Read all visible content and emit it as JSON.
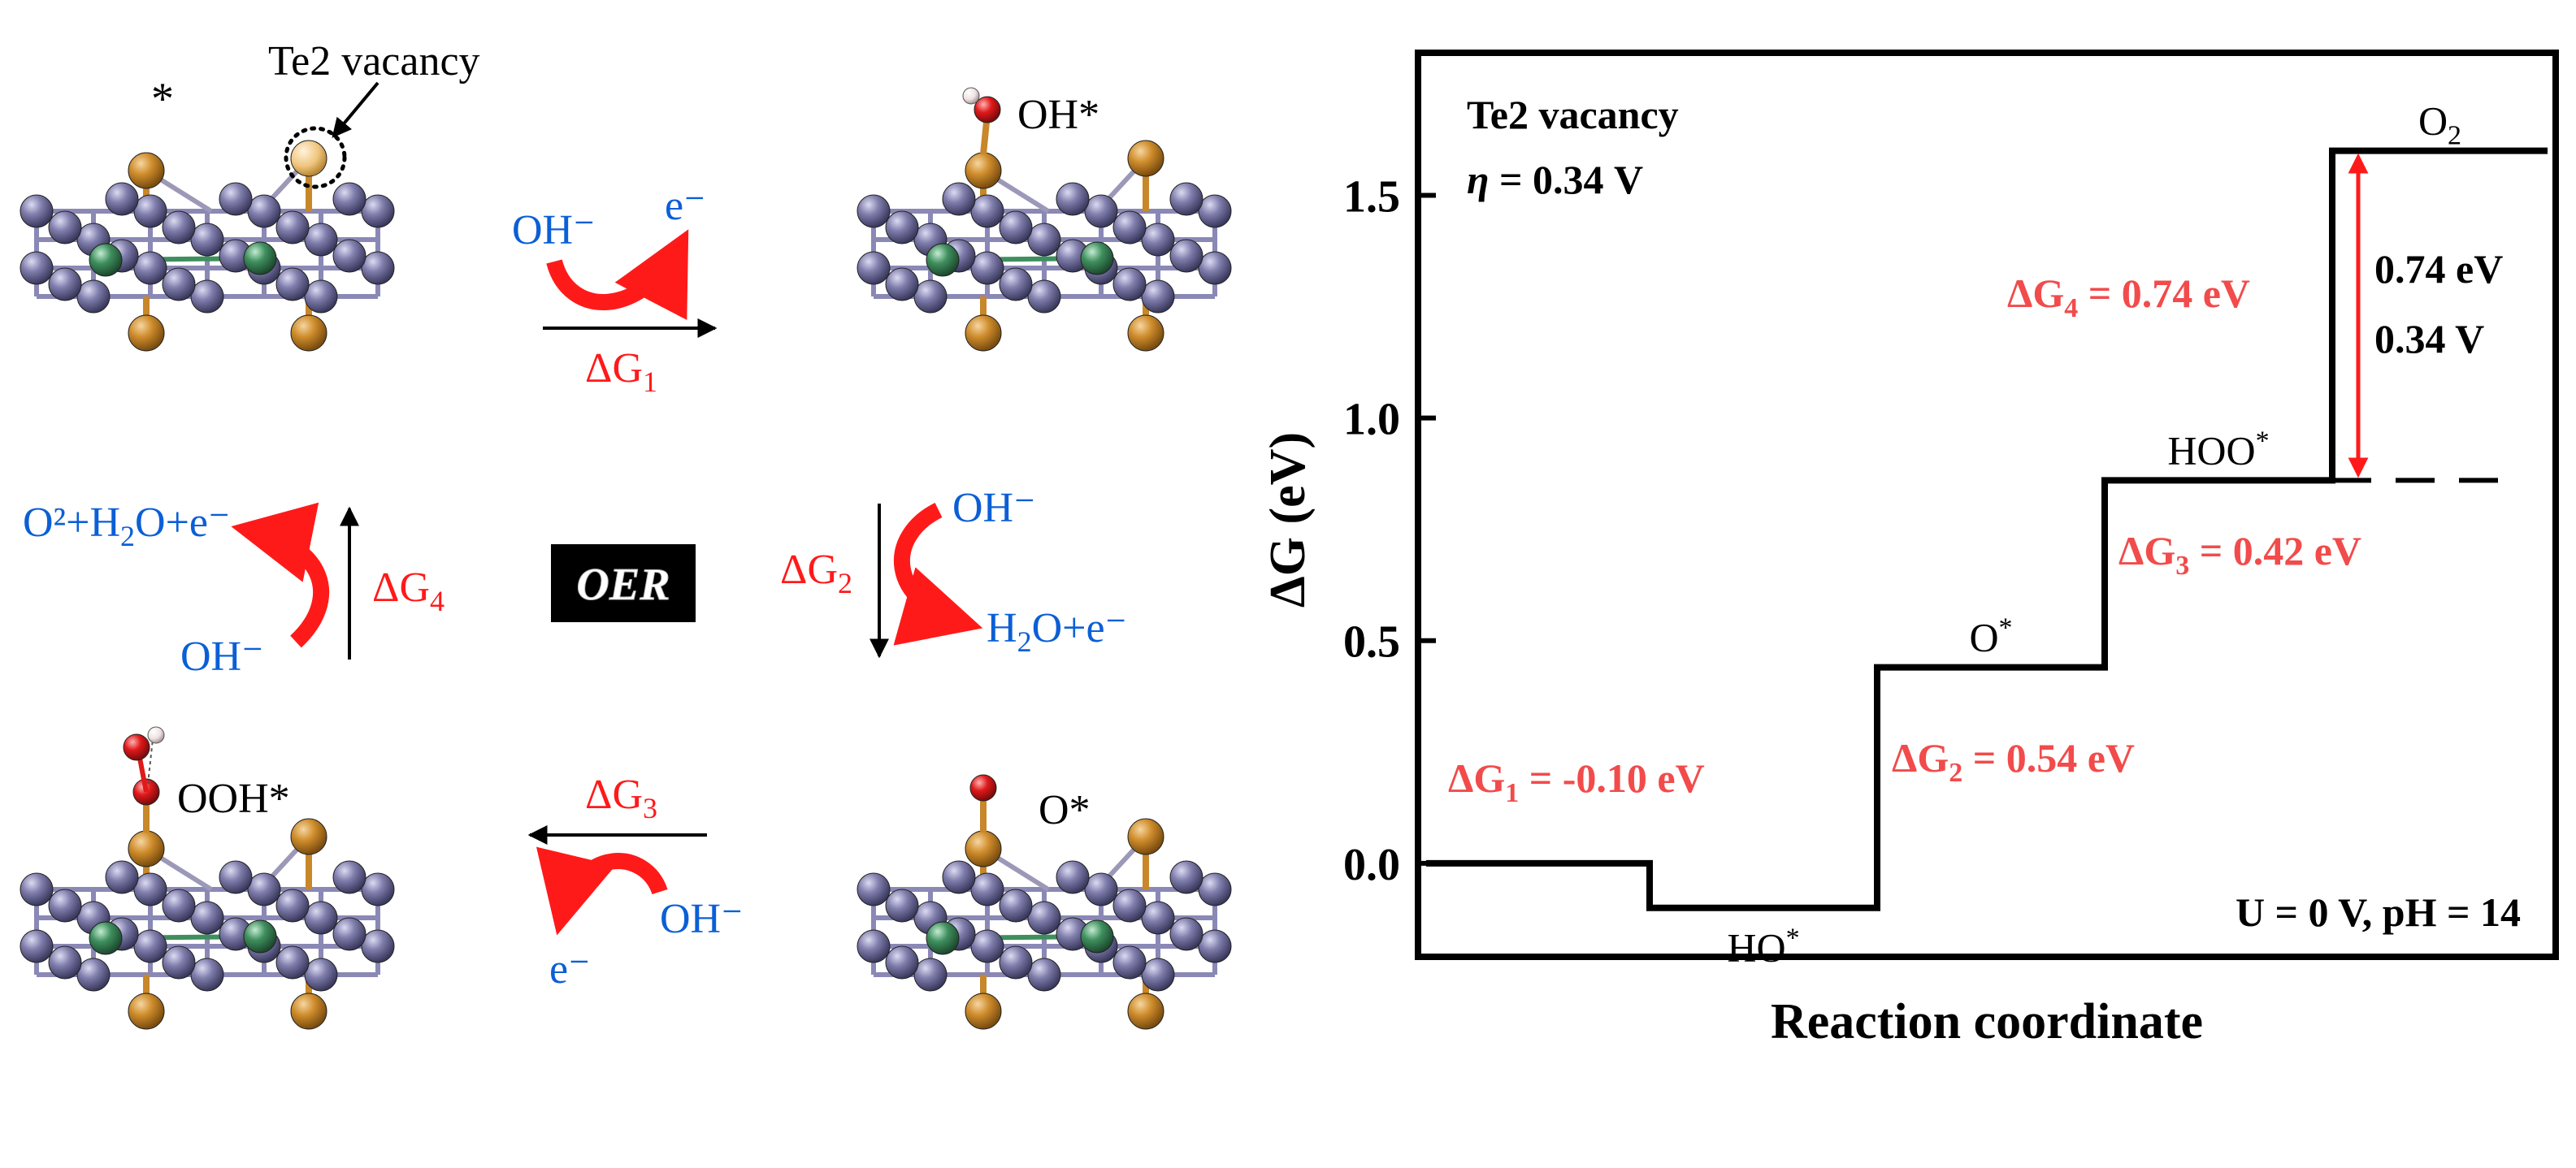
{
  "scheme": {
    "site_star": "*",
    "vacancy_label": "Te2 vacancy",
    "ohstar_label": "OH*",
    "oohstar_label": "OOH*",
    "ostar_label": "O*",
    "oer_label": "OER",
    "step1": {
      "reactant": "OH⁻",
      "product": "e⁻",
      "dg_main": "ΔG",
      "dg_sub": "1"
    },
    "step2": {
      "reactant": "OH⁻",
      "product_pre": "H",
      "product_sub": "2",
      "product_post": "O+e⁻",
      "dg_main": "ΔG",
      "dg_sub": "2"
    },
    "step3": {
      "reactant": "OH⁻",
      "product": "e⁻",
      "dg_main": "ΔG",
      "dg_sub": "3"
    },
    "step4": {
      "reactant": "OH⁻",
      "product_pre": "O²+H",
      "product_sub": "2",
      "product_post": "O+e⁻",
      "dg_main": "ΔG",
      "dg_sub": "4"
    },
    "colors": {
      "te": "#c8872a",
      "metal": "#7c7aa3",
      "green": "#3f8f5e",
      "oxygen": "#e0191b",
      "hydrogen": "#f0e6e6",
      "arrow_red": "#ff1a1a",
      "text_blue": "#0b5fd6"
    }
  },
  "chart_data": {
    "type": "line",
    "title": "",
    "xlabel": "Reaction coordinate",
    "ylabel": "ΔG (eV)",
    "ylim": [
      -0.21,
      1.82
    ],
    "yticks": [
      0.0,
      0.5,
      1.0,
      1.5
    ],
    "ytick_labels": [
      "0.0",
      "0.5",
      "1.0",
      "1.5"
    ],
    "grid": false,
    "steps": [
      {
        "label": "*",
        "value": 0.0,
        "label_shown": false
      },
      {
        "label_main": "HO",
        "label_sup": "*",
        "value": -0.1
      },
      {
        "label_main": "O",
        "label_sup": "*",
        "value": 0.44
      },
      {
        "label_main": "HOO",
        "label_sup": "*",
        "value": 0.86
      },
      {
        "label_main": "O",
        "label_sub": "2",
        "value": 1.6
      }
    ],
    "annotations": {
      "dg1": {
        "main": "ΔG",
        "sub": "1",
        "rest": " = -0.10 eV"
      },
      "dg2": {
        "main": "ΔG",
        "sub": "2",
        "rest": " = 0.54 eV"
      },
      "dg3": {
        "main": "ΔG",
        "sub": "3",
        "rest": " = 0.42 eV"
      },
      "dg4": {
        "main": "ΔG",
        "sub": "4",
        "rest": " = 0.74 eV"
      },
      "gap_energy": "0.74 eV",
      "gap_potential": "0.34 V",
      "system": "Te2 vacancy",
      "eta_symbol": "η",
      "eta_rest": " = 0.34 V",
      "condition": "U = 0 V, pH = 14"
    },
    "colors": {
      "line": "#000000",
      "annotation": "#f24b4b",
      "gap_arrow": "#ff1a1a"
    }
  }
}
